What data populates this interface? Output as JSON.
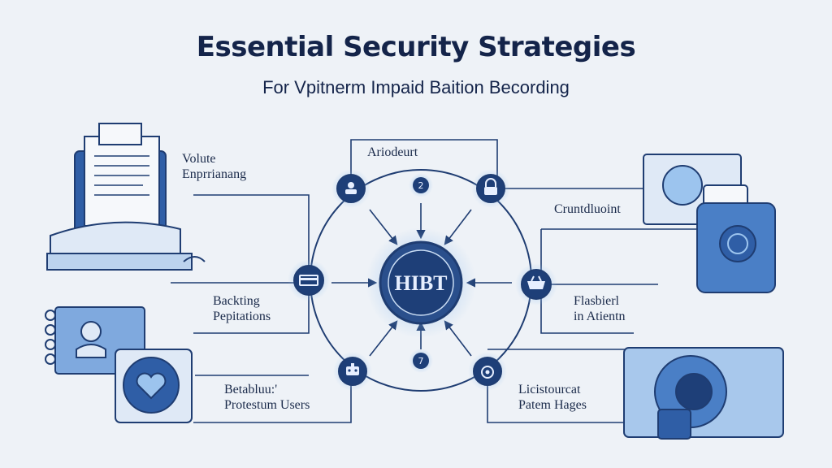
{
  "title": "Essential Security Strategies",
  "subtitle": "For Vpitnerm Impaid Baition Becording",
  "hub": {
    "label": "HIBT"
  },
  "node_badges": {
    "top": "2",
    "bottom": "7"
  },
  "labels": {
    "top_left": [
      "Volute",
      "Enprrianang"
    ],
    "top_center": "Ariodeurt",
    "top_right": "Cruntdluoint",
    "middle_left": [
      "Backting",
      "Pepitations"
    ],
    "middle_right": [
      "Flasbierl",
      "in Atientn"
    ],
    "bottom_left": [
      "Betabluu:'",
      "Protestum Users"
    ],
    "bottom_right": [
      "Licistourcat",
      "Patem Hages"
    ]
  },
  "colors": {
    "ink": "#1f3d72",
    "node_fill": "#1e3f78",
    "glow": "#9cc4ee",
    "paper": "#f6f8fb",
    "panel": "#7fa9de",
    "background": "#eef2f7"
  },
  "icons": {
    "node_top_left": "person-icon",
    "node_top_right": "lock-icon",
    "node_mid_left": "card-icon",
    "node_mid_right": "basket-icon",
    "node_bottom_left": "robot-icon",
    "node_bottom_right": "shield-icon"
  }
}
